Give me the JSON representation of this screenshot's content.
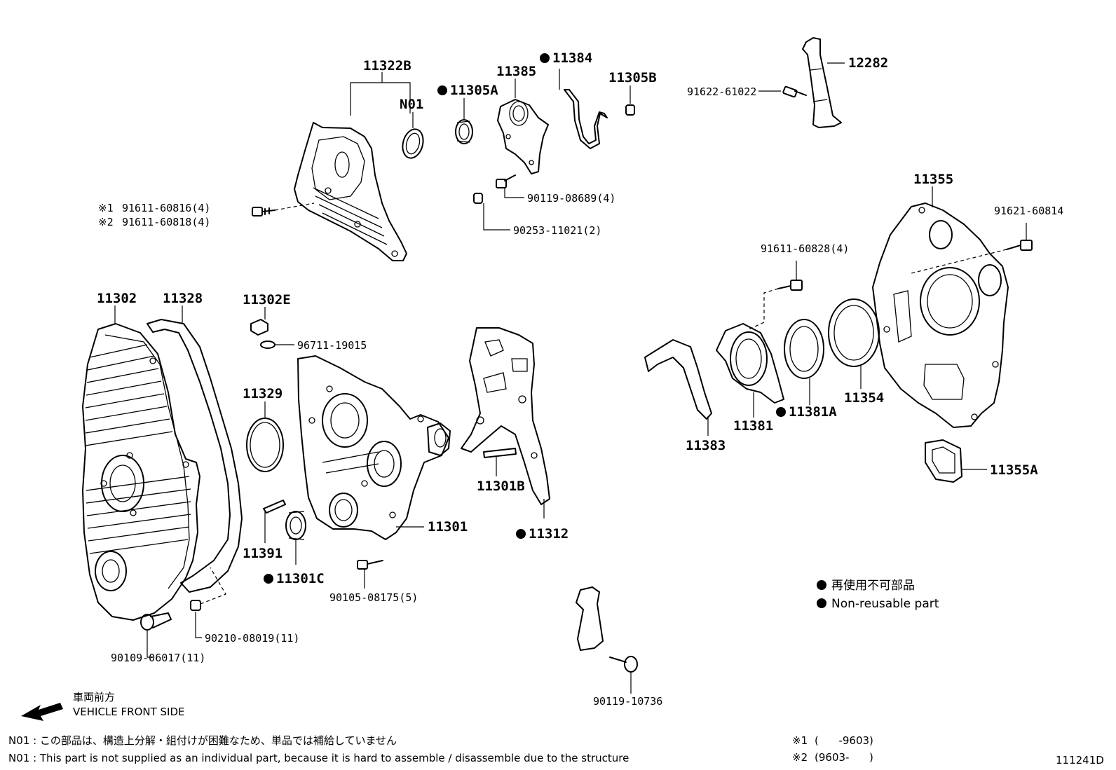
{
  "part_labels": {
    "p11322B": "11322B",
    "pN01": "N01",
    "p11305A": "11305A",
    "p11385": "11385",
    "p11384": "11384",
    "p11305B": "11305B",
    "p12282": "12282",
    "p11302": "11302",
    "p11328": "11328",
    "p11302E": "11302E",
    "p11329": "11329",
    "p11391": "11391",
    "p11301C": "11301C",
    "p11301": "11301",
    "p11301B": "11301B",
    "p11312": "11312",
    "p11355": "11355",
    "p11383": "11383",
    "p11381": "11381",
    "p11381A": "11381A",
    "p11354": "11354",
    "p11355A": "11355A"
  },
  "bolt_labels": {
    "b91622_61022": "91622-61022",
    "b91611_60816": "91611-60816(4)",
    "b91611_60818": "91611-60818(4)",
    "b90119_08689": "90119-08689(4)",
    "b90253_11021": "90253-11021(2)",
    "b96711_19015": "96711-19015",
    "b90105_08175": "90105-08175(5)",
    "b90210_08019": "90210-08019(11)",
    "b90109_06017": "90109-06017(11)",
    "b90119_10736": "90119-10736",
    "b91621_60814": "91621-60814",
    "b91611_60828": "91611-60828(4)"
  },
  "marks": {
    "m1": "※1",
    "m2": "※2"
  },
  "legend": {
    "jp": "再使用不可部品",
    "en": "Non-reusable part"
  },
  "direction": {
    "jp": "車両前方",
    "en": "VEHICLE FRONT SIDE"
  },
  "notes": {
    "jp": "N01 : この部品は、構造上分解・組付けが困難なため、単品では補給していません",
    "en": "N01 : This part is not supplied as an individual part, because it is hard to assemble / disassemble due to the structure"
  },
  "applicability": {
    "a1_mark": "※1",
    "a1_range": "(      -9603)",
    "a2_mark": "※2",
    "a2_range": "(9603-      )"
  },
  "diagram_id": "111241D"
}
